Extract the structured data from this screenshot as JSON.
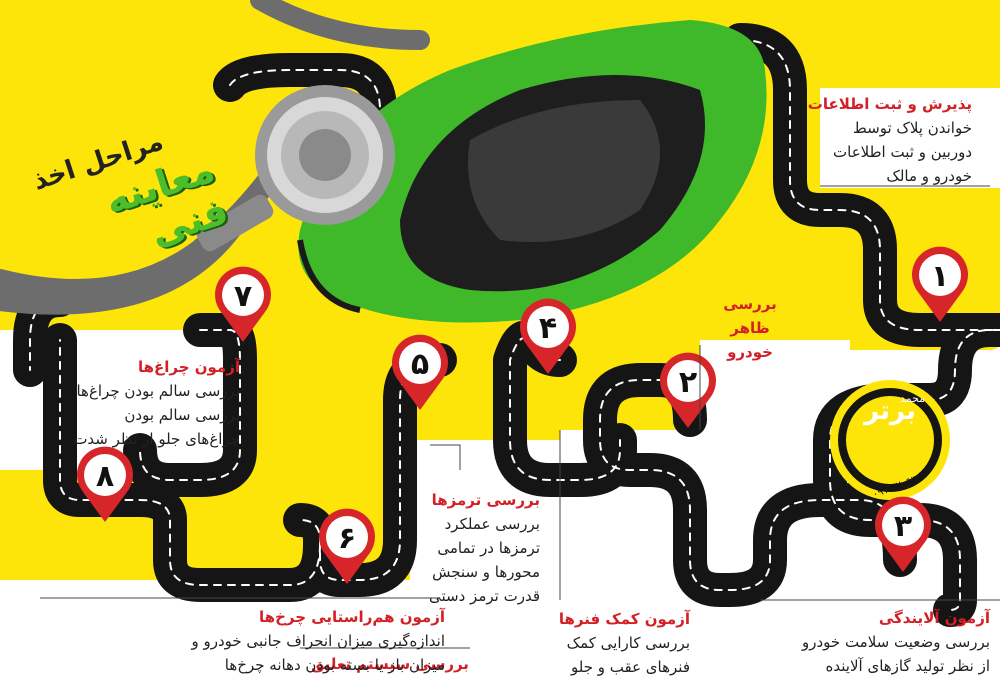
{
  "heading": {
    "line1": "مراحل اخذ",
    "line2": "معاینه فنی"
  },
  "logo": {
    "small": "محمد",
    "name": "برتر",
    "phone": "۰۹۱-۲۷۰۹۳۰۰"
  },
  "steps": [
    {
      "number": "۱",
      "title": "پذیرش و ثبت اطلاعات",
      "lines": [
        "خواندن پلاک توسط",
        "دوربین و ثبت اطلاعات",
        "خودرو و مالک"
      ]
    },
    {
      "number": "۲",
      "title": "بررسی",
      "title2": "ظاهر خودرو",
      "lines": []
    },
    {
      "number": "۳",
      "title": "آزمون آلایندگی",
      "lines": [
        "بررسی وضعیت سلامت خودرو",
        "از نظر تولید گازهای آلاینده"
      ]
    },
    {
      "number": "۴",
      "title": "آزمون کمک فنرها",
      "lines": [
        "بررسی کارایی کمک",
        "فنرهای عقب و جلو"
      ]
    },
    {
      "number": "۵",
      "title": "بررسی ترمزها",
      "lines": [
        "بررسی عملکرد",
        "ترمزها در تمامی",
        "محورها و سنجش",
        "قدرت ترمز دستی"
      ]
    },
    {
      "number": "۶",
      "title": "بررسی سیستم تعلیق",
      "lines": []
    },
    {
      "number": "۷",
      "title": "آزمون چراغ‌ها",
      "lines": [
        "بررسی سالم بودن چراغ‌ها",
        "بررسی سالم بودن",
        "چراغ‌های جلو از نظر شدت"
      ]
    },
    {
      "number": "۸",
      "title": "آزمون هم‌راستایی چرخ‌ها",
      "lines": [
        "اندازه‌گیری میزان انحراف جانبی خودرو و",
        "میزان باز یا بسته بودن دهانه چرخ‌ها"
      ]
    }
  ],
  "colors": {
    "yellow": "#fde50a",
    "road": "#151515",
    "pin": "#d7262a",
    "car": "#3fb82a"
  }
}
